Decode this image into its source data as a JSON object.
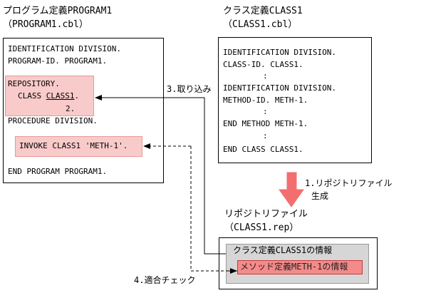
{
  "program": {
    "title": "プログラム定義PROGRAM1",
    "file": "（PROGRAM1.cbl）",
    "lines": [
      "IDENTIFICATION DIVISION.",
      "PROGRAM-ID. PROGRAM1.",
      "REPOSITORY.",
      "CLASS ",
      "CLASS1",
      ".",
      "2.",
      "PROCEDURE DIVISION.",
      "INVOKE CLASS1 'METH-1'.",
      "END PROGRAM PROGRAM1."
    ]
  },
  "klass": {
    "title": "クラス定義CLASS1",
    "file": "（CLASS1.cbl）",
    "lines": [
      "IDENTIFICATION DIVISION.",
      "CLASS-ID. CLASS1.",
      ":",
      "IDENTIFICATION DIVISION.",
      "METHOD-ID. METH-1.",
      ":",
      "END METHOD METH-1.",
      ":",
      "END CLASS CLASS1."
    ]
  },
  "steps": {
    "import": "3.取り込み",
    "generate_line1": "1.リポジトリファイル",
    "generate_line2": "生成",
    "check": "4.適合チェック"
  },
  "repository": {
    "title": "リポジトリファイル",
    "file": "（CLASS1.rep）",
    "class_info": "クラス定義CLASS1の情報",
    "method_info": "メソッド定義METH-1の情報"
  }
}
